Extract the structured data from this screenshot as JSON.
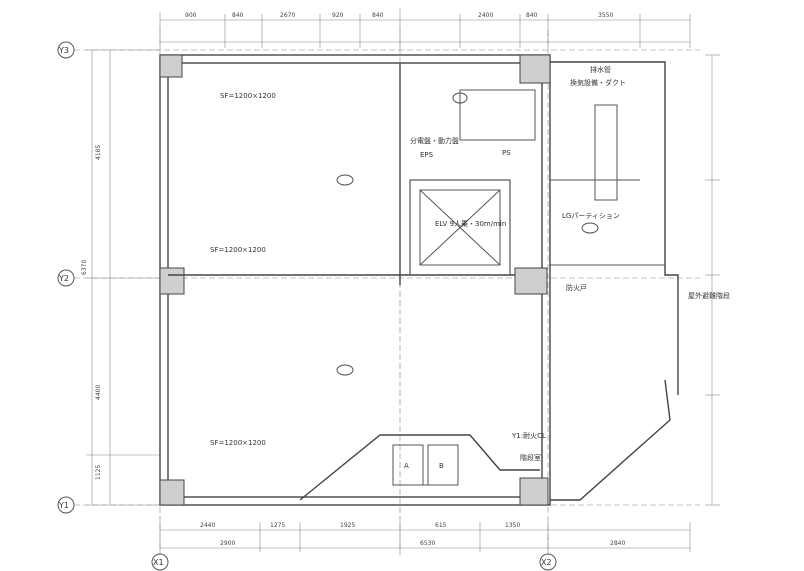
{
  "axes": {
    "y3": "Y3",
    "y2": "Y2",
    "y1": "Y1",
    "x1": "X1",
    "x2": "X2"
  },
  "dims": {
    "top": [
      "900",
      "840",
      "2670",
      "920",
      "840",
      "2400",
      "840",
      "3550"
    ],
    "left": [
      "4185",
      "6370",
      "4400",
      "1125"
    ],
    "bottom_row1": [
      "2440",
      "1275",
      "1925",
      "615",
      "1350"
    ],
    "bottom_row2": [
      "2900",
      "6530",
      "2840"
    ]
  },
  "labels": {
    "exhaust": "排水管",
    "ventilation": "換気設備・ダクト",
    "utility_rooms": "分電盤・動力盤",
    "pipe_shaft": "PS",
    "eps": "EPS",
    "elevator": "ELV 9人乗・30m/min",
    "partition": "LGパーティション",
    "fire_door": "防火戸",
    "column_note_top": "SF=1200×1200",
    "column_note_mid": "SF=1200×1200",
    "column_note_low": "SF=1200×1200",
    "finish_note": "Y1:耐火CL",
    "stair_note": "階段室",
    "side_note": "屋外避難階段",
    "room_a": "A",
    "room_b": "B"
  }
}
